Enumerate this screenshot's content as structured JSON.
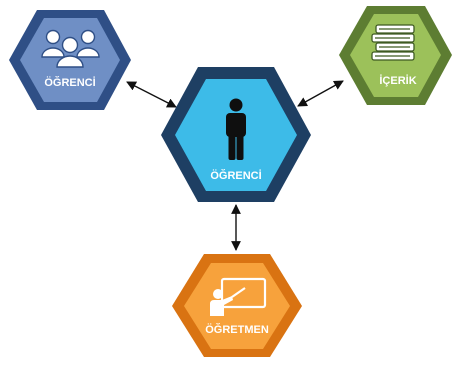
{
  "nodes": {
    "left": {
      "label": "ÖĞRENCİ",
      "icon": "group-of-people-icon",
      "outer": "#2f4f86",
      "inner": "#6f8fc5"
    },
    "center": {
      "label": "ÖĞRENCİ",
      "icon": "person-icon",
      "outer": "#1e3f63",
      "inner": "#3dbbe8"
    },
    "right": {
      "label": "İÇERİK",
      "icon": "stack-of-books-icon",
      "outer": "#5d7d32",
      "inner": "#9cc15a"
    },
    "bottom": {
      "label": "ÖĞRETMEN",
      "icon": "teacher-at-board-icon",
      "outer": "#d97312",
      "inner": "#f7a23c"
    }
  },
  "connections": [
    {
      "from": "left",
      "to": "center",
      "style": "double-arrow"
    },
    {
      "from": "right",
      "to": "center",
      "style": "double-arrow"
    },
    {
      "from": "center",
      "to": "bottom",
      "style": "double-arrow"
    }
  ]
}
